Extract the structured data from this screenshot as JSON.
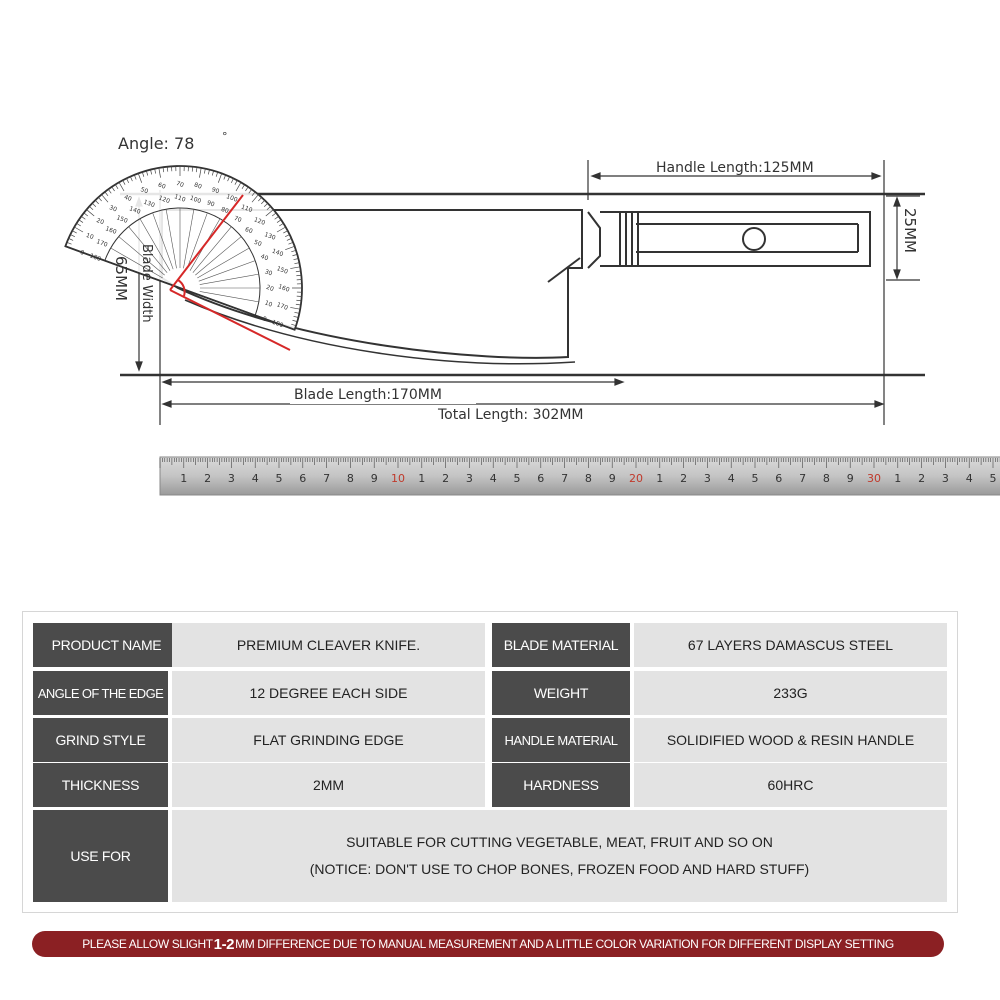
{
  "diagram": {
    "angle_label": "Angle:  78",
    "angle_degree_mark": "°",
    "handle_length": "Handle Length:125MM",
    "handle_width": "25MM",
    "blade_width_value": "65MM",
    "blade_width_label": "Blade Width",
    "blade_length": "Blade Length:170MM",
    "total_length": "Total Length: 302MM"
  },
  "protractor": {
    "ticks": [
      "0",
      "10",
      "20",
      "30",
      "40",
      "50",
      "60",
      "70",
      "80",
      "90",
      "100",
      "110",
      "120",
      "130",
      "140",
      "150",
      "160",
      "170",
      "180"
    ]
  },
  "ruler": {
    "numbers": [
      "1",
      "2",
      "3",
      "4",
      "5",
      "6",
      "7",
      "8",
      "9",
      "10",
      "1",
      "2",
      "3",
      "4",
      "5",
      "6",
      "7",
      "8",
      "9",
      "20",
      "1",
      "2",
      "3",
      "4",
      "5",
      "6",
      "7",
      "8",
      "9",
      "30",
      "1",
      "2",
      "3",
      "4",
      "5"
    ],
    "highlight_color": "#c0392b"
  },
  "specs": {
    "product_name_label": "PRODUCT NAME",
    "product_name_value": "PREMIUM CLEAVER KNIFE.",
    "blade_material_label": "BLADE MATERIAL",
    "blade_material_value": "67 LAYERS DAMASCUS STEEL",
    "angle_label": "ANGLE OF THE EDGE",
    "angle_value": "12 DEGREE EACH SIDE",
    "weight_label": "WEIGHT",
    "weight_value": "233G",
    "grind_label": "GRIND STYLE",
    "grind_value": "FLAT GRINDING EDGE",
    "handle_material_label": "HANDLE MATERIAL",
    "handle_material_value": "SOLIDIFIED WOOD & RESIN HANDLE",
    "thickness_label": "THICKNESS",
    "thickness_value": "2MM",
    "hardness_label": "HARDNESS",
    "hardness_value": "60HRC",
    "use_label": "USE FOR",
    "use_line1": "SUITABLE FOR CUTTING  VEGETABLE, MEAT, FRUIT AND SO ON",
    "use_line2": "(NOTICE: DON'T USE TO CHOP BONES, FROZEN FOOD AND HARD STUFF)"
  },
  "notice": {
    "part1": "PLEASE ALLOW SLIGHT ",
    "emphasis": "1-2",
    "part2": "MM DIFFERENCE DUE TO MANUAL MEASUREMENT AND A LITTLE COLOR VARIATION FOR DIFFERENT DISPLAY SETTING",
    "color": "#8b2023"
  },
  "colors": {
    "label_bg": "#4b4b4b",
    "value_bg": "#e3e3e3",
    "protractor_accent": "#d62828"
  }
}
